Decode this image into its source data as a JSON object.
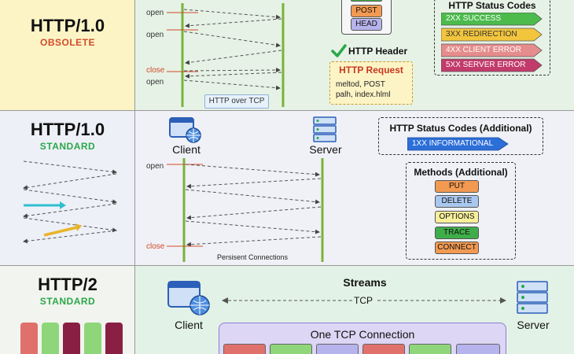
{
  "rows": [
    {
      "title": "HTTP/1.0",
      "subtitle": "OBSOLETE",
      "subtitle_color": "#d14b2a",
      "seq_labels": [
        "open",
        "open",
        "close",
        "open"
      ],
      "tcp_label": "HTTP over TCP",
      "methods": [
        "POST",
        "HEAD"
      ],
      "header_check": "HTTP Header",
      "request_title": "HTTP Request",
      "request_lines": [
        "meltod, POST",
        "palh, index.hlml"
      ],
      "status_title": "HTTP Status Codes",
      "status_codes": [
        {
          "label": "2XX SUCCESS",
          "color": "#4cbb4c"
        },
        {
          "label": "3XX REDIRECTION",
          "color": "#f2c53d"
        },
        {
          "label": "4XX CLIENT ERROR",
          "color": "#e58c8c"
        },
        {
          "label": "5XX SERVER ERROR",
          "color": "#c23b6b"
        }
      ]
    },
    {
      "title": "HTTP/1.0",
      "subtitle": "STANDARD",
      "subtitle_color": "#2aa84a",
      "client_label": "Client",
      "server_label": "Server",
      "seq_labels": [
        "open",
        "close"
      ],
      "persistent_label": "Persisent Connections",
      "status_title": "HTTP Status Codes (Additional)",
      "status_info": "1XX INFORMATIONAL",
      "methods_title": "Methods (Additional)",
      "methods": [
        {
          "label": "PUT",
          "color": "#f29a52"
        },
        {
          "label": "DELETE",
          "color": "#a9c8f0"
        },
        {
          "label": "OPTIONS",
          "color": "#f7ef9a"
        },
        {
          "label": "TRACE",
          "color": "#3fae4a"
        },
        {
          "label": "CONNECT",
          "color": "#f29a52"
        }
      ]
    },
    {
      "title": "HTTP/2",
      "subtitle": "STANDARD",
      "subtitle_color": "#2aa84a",
      "streams_label": "Streams",
      "tcp_label": "TCP",
      "client_label": "Client",
      "server_label": "Server",
      "connection_label": "One TCP Connection"
    }
  ]
}
